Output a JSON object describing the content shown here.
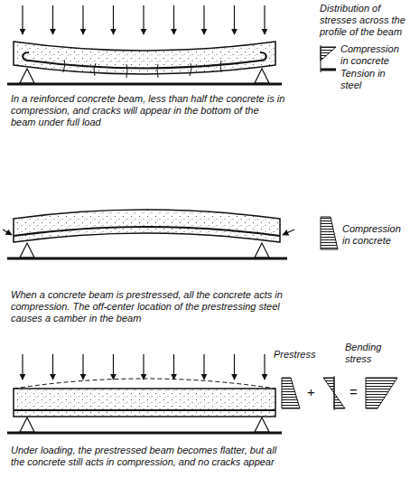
{
  "diagram": {
    "labels": [
      "Distribution of stresses across the profile of the beam",
      "Compression in concrete",
      "Tension in steel",
      "In a reinforced concrete beam, less than half the concrete is in compression, and cracks will appear in the bottom of the beam under full load",
      "Compression in concrete",
      "When a concrete beam is prestressed, all the concrete acts in compression. The off-center location of the prestressing steel causes a camber in the beam",
      "Prestress",
      "Bending stress",
      "+",
      "=",
      "Under loading, the prestressed beam becomes flatter, but all the concrete still acts in compression, and no cracks appear"
    ]
  }
}
